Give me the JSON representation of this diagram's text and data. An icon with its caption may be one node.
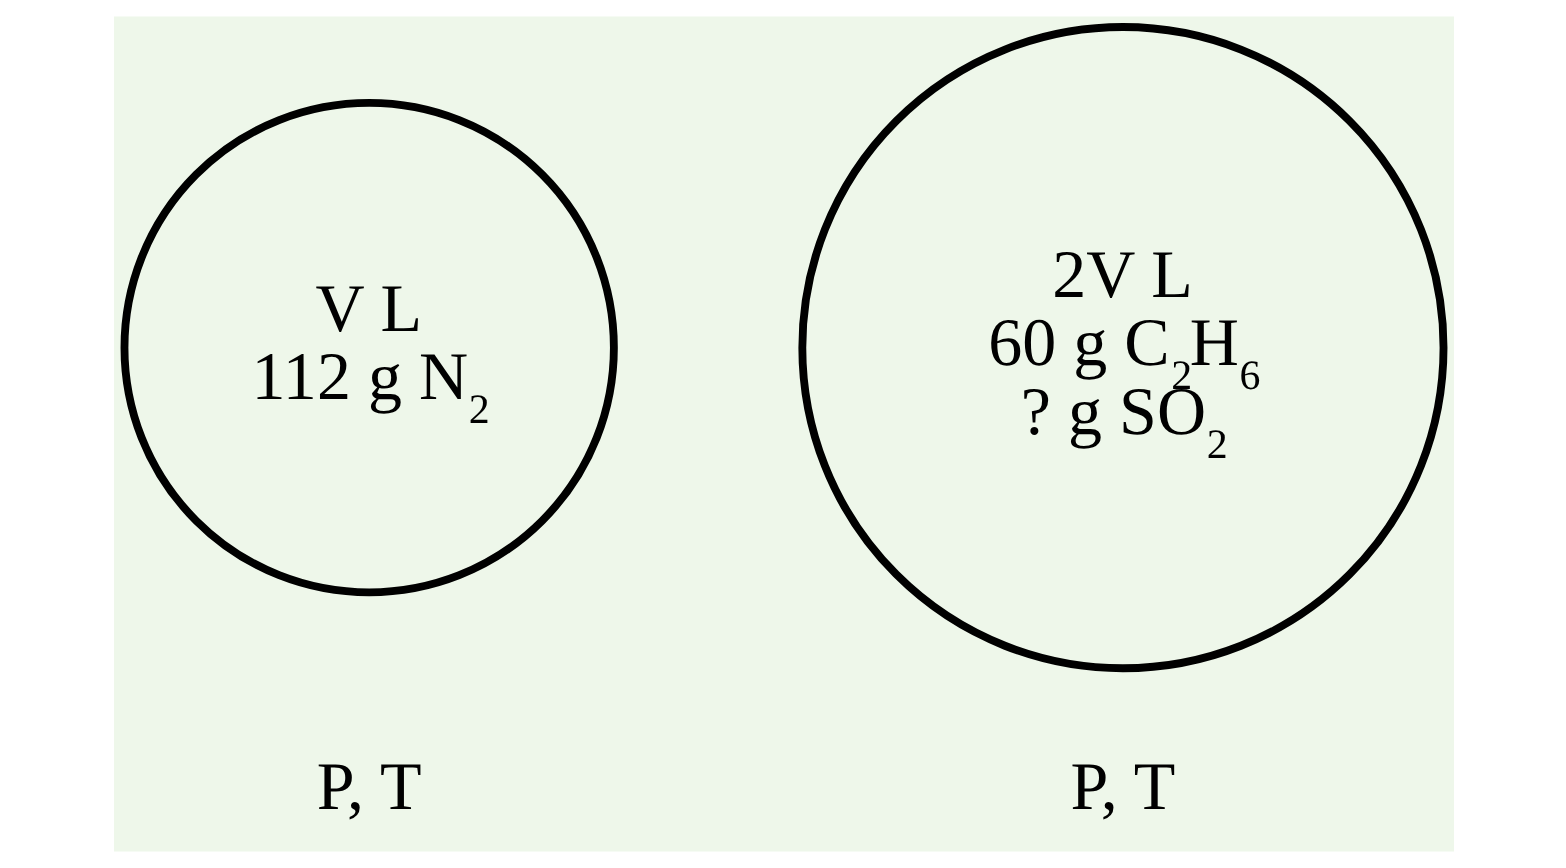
{
  "diagram": {
    "nodes": [
      {
        "text": [
          "V L 112 g N$_{2}$"
        ],
        "beside": [
          "P, T"
        ]
      },
      {
        "text": [
          "2V L 60 g C$_{2}$H$_{6}$ ? g SO$_{2}$"
        ],
        "beside": [
          "P, T"
        ]
      }
    ]
  }
}
